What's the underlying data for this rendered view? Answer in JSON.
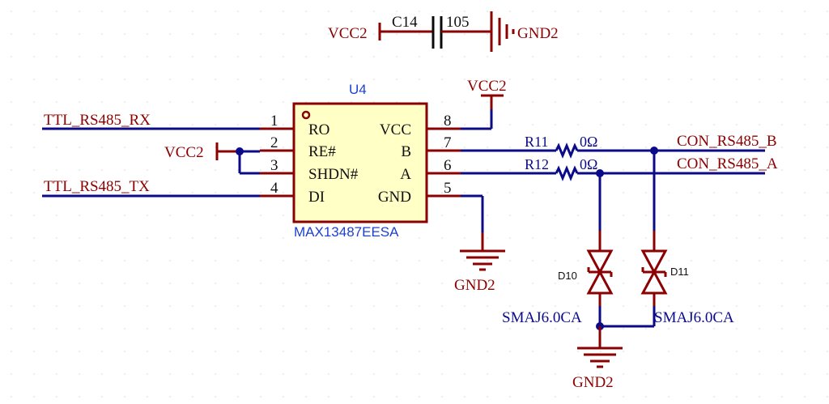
{
  "cap": {
    "ref": "C14",
    "value": "105",
    "left_net": "VCC2",
    "right_net": "GND2"
  },
  "ic": {
    "ref": "U4",
    "part": "MAX13487EESA",
    "left_pins": [
      {
        "num": "1",
        "name": "RO"
      },
      {
        "num": "2",
        "name": "RE#"
      },
      {
        "num": "3",
        "name": "SHDN#"
      },
      {
        "num": "4",
        "name": "DI"
      }
    ],
    "right_pins": [
      {
        "num": "8",
        "name": "VCC"
      },
      {
        "num": "7",
        "name": "B"
      },
      {
        "num": "6",
        "name": "A"
      },
      {
        "num": "5",
        "name": "GND"
      }
    ]
  },
  "nets": {
    "rx": "TTL_RS485_RX",
    "tx": "TTL_RS485_TX",
    "vcc_left": "VCC2",
    "vcc_top": "VCC2",
    "gnd_ic": "GND2",
    "gnd_tvs": "GND2",
    "con_b": "CON_RS485_B",
    "con_a": "CON_RS485_A"
  },
  "resistors": [
    {
      "ref": "R11",
      "value": "0Ω"
    },
    {
      "ref": "R12",
      "value": "0Ω"
    }
  ],
  "diodes": [
    {
      "ref": "D10",
      "part": "SMAJ6.0CA"
    },
    {
      "ref": "D11",
      "part": "SMAJ6.0CA"
    }
  ]
}
